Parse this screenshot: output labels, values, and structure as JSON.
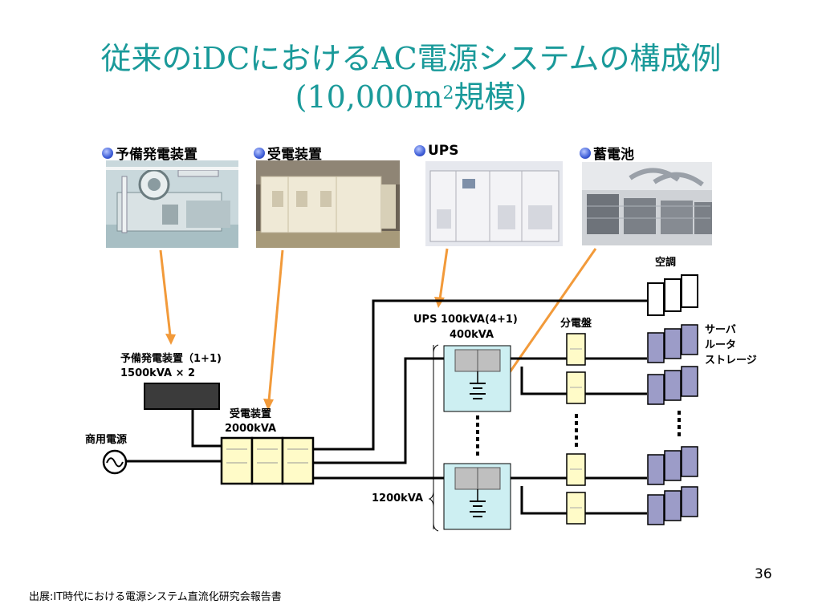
{
  "title": {
    "line1": "従来のiDCにおけるAC電源システムの構成例",
    "line2_main": "(10,000m",
    "line2_sup": "2",
    "line2_end": "規模)"
  },
  "photos": [
    {
      "caption": "予備発電装置"
    },
    {
      "caption": "受電装置"
    },
    {
      "caption": "UPS"
    },
    {
      "caption": "蓄電池"
    }
  ],
  "diagram": {
    "generator_label": "予備発電装置（1+1)",
    "generator_rating": "1500kVA × 2",
    "commercial_power": "商用電源",
    "receiver_label": "受電装置",
    "receiver_rating": "2000kVA",
    "ups_label": "UPS 100kVA(4+1)",
    "ups_rating": "400kVA",
    "distribution_label": "分電盤",
    "aircon_label": "空調",
    "servers_line1": "サーバ",
    "servers_line2": "ルータ",
    "servers_line3": "ストレージ",
    "total_capacity": "1200kVA"
  },
  "colors": {
    "title": "#1a9a9a",
    "arrow": "#f29a3a",
    "receiver_fill": "#fffbc8",
    "ups_fill": "#cdeff2",
    "server_fill": "#9c9cc8"
  },
  "footer": {
    "source": "出展:IT時代における電源システム直流化研究会報告書",
    "page_number": "36"
  }
}
